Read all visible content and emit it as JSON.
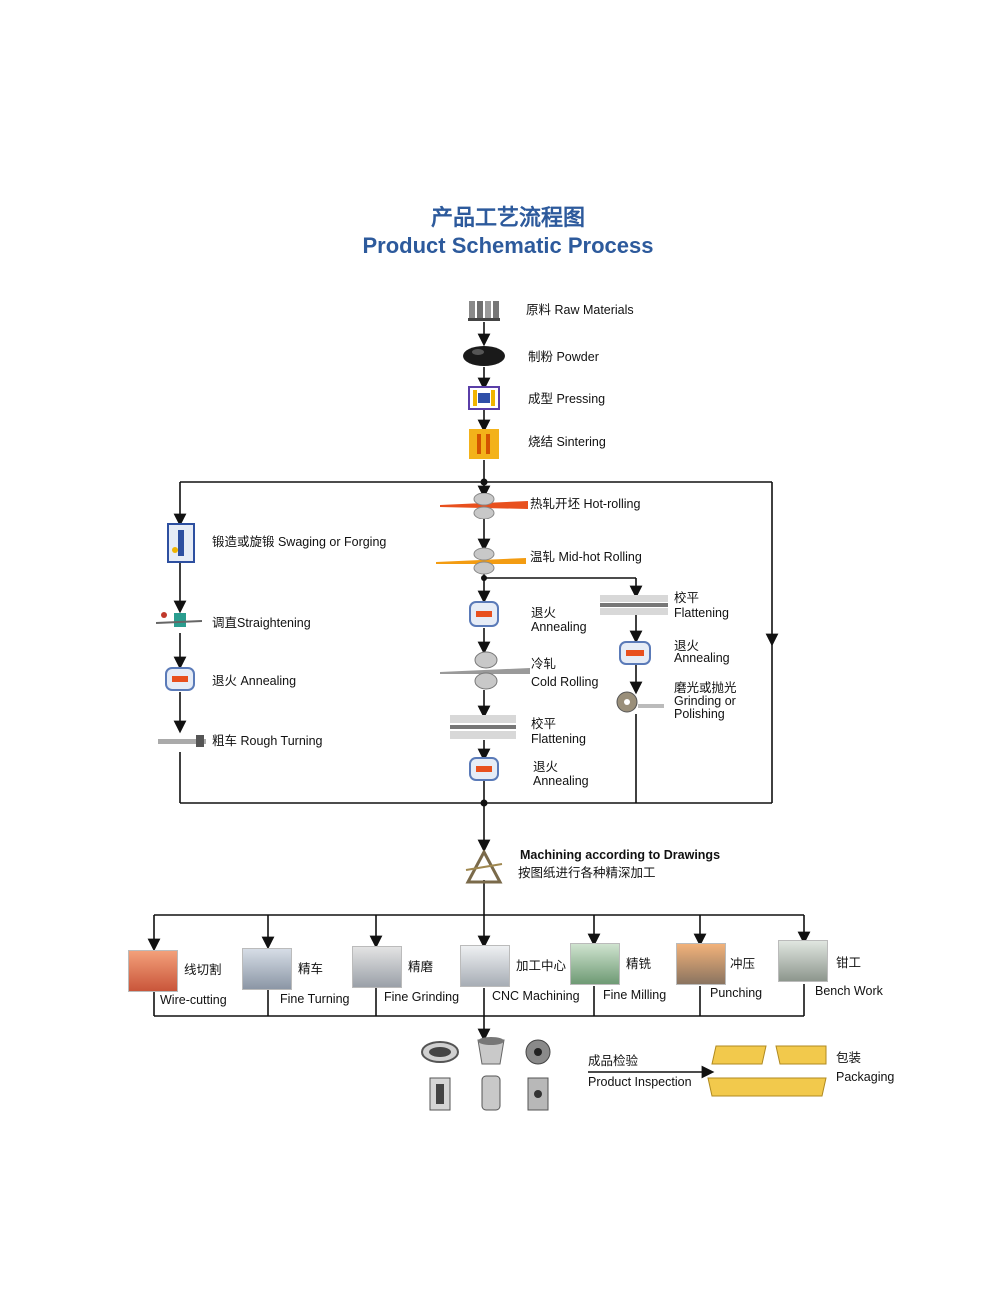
{
  "title_cn": "产品工艺流程图",
  "title_en": "Product Schematic Process",
  "steps": {
    "raw_materials": "原料  Raw Materials",
    "powder": "制粉 Powder",
    "pressing": "成型 Pressing",
    "sintering": "烧结 Sintering",
    "hot_rolling": "热轧开坯  Hot-rolling",
    "mid_hot_rolling": "温轧  Mid-hot Rolling",
    "swaging": "锻造或旋锻  Swaging or Forging",
    "straightening": "调直Straightening",
    "annealing_left": "退火 Annealing",
    "rough_turning": "粗车 Rough Turning",
    "annealing_mid_cn": "退火",
    "annealing_mid_en": "Annealing",
    "cold_rolling_cn": "冷轧",
    "cold_rolling_en": "Cold Rolling",
    "flattening_mid_cn": "校平",
    "flattening_mid_en": "Flattening",
    "annealing_mid2_cn": "退火",
    "annealing_mid2_en": "Annealing",
    "flattening_right_cn": "校平",
    "flattening_right_en": "Flattening",
    "annealing_right_cn": "退火",
    "annealing_right_en": "Annealing",
    "grinding_cn": "磨光或抛光",
    "grinding_en1": "Grinding or",
    "grinding_en2": "Polishing",
    "machining_en": "Machining according to Drawings",
    "machining_cn": "按图纸进行各种精深加工"
  },
  "machining_ops": [
    {
      "cn": "线切割",
      "en": "Wire-cutting"
    },
    {
      "cn": "精车",
      "en": "Fine Turning"
    },
    {
      "cn": "精磨",
      "en": "Fine Grinding"
    },
    {
      "cn": "加工中心",
      "en": "CNC Machining"
    },
    {
      "cn": "精铣",
      "en": "Fine Milling"
    },
    {
      "cn": "冲压",
      "en": "Punching"
    },
    {
      "cn": "钳工",
      "en": "Bench Work"
    }
  ],
  "final": {
    "inspection_cn": "成品检验",
    "inspection_en": "Product Inspection",
    "packaging_cn": "包装",
    "packaging_en": "Packaging"
  },
  "colors": {
    "title": "#2d5a9c",
    "line": "#111111",
    "heat": "#e8501e",
    "box_gold": "#f2c94c"
  }
}
